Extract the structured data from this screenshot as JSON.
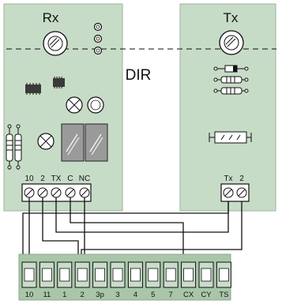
{
  "receiver": {
    "title": "Rx",
    "terminal_labels": [
      "10",
      "2",
      "TX",
      "C",
      "NC"
    ]
  },
  "transmitter": {
    "title": "Tx",
    "terminal_labels": [
      "Tx",
      "2"
    ]
  },
  "mode_label": "DIR",
  "terminal_strip": {
    "labels": [
      "10",
      "11",
      "1",
      "2",
      "3p",
      "3",
      "4",
      "5",
      "7",
      "CX",
      "CY",
      "TS"
    ]
  },
  "colors": {
    "board_fill": "#c7dcc7",
    "board_stroke": "#9bb39b",
    "strip_fill": "#a9c6a9",
    "terminal_fill": "#c9ddc9",
    "wire": "#111111"
  }
}
